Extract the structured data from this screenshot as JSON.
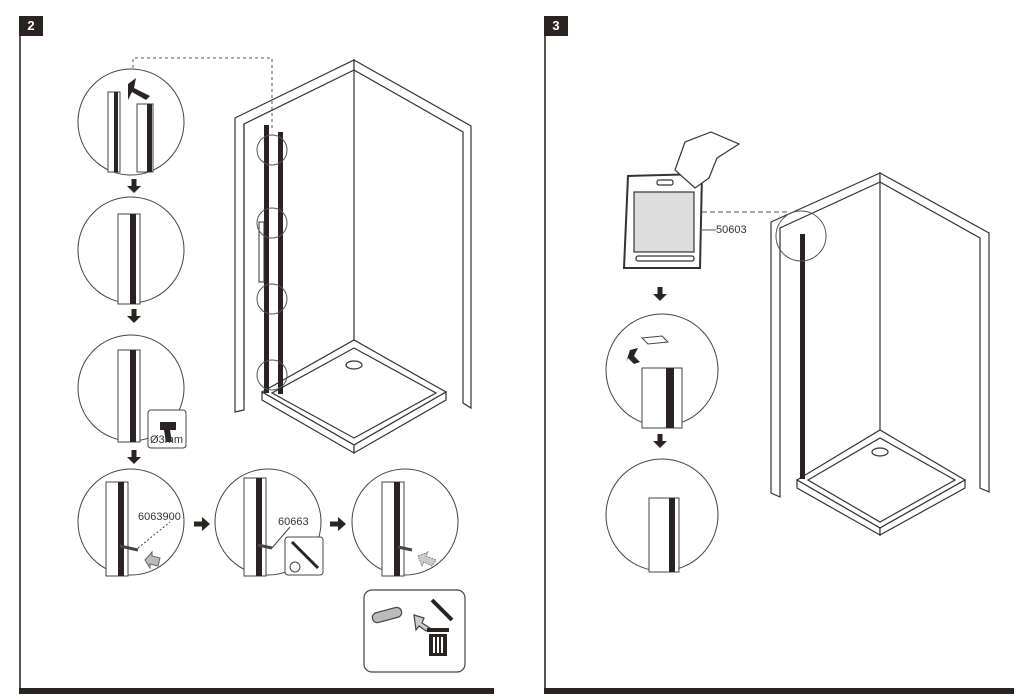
{
  "steps": [
    {
      "number": "2",
      "part_labels": [
        "6063900",
        "60663"
      ],
      "drill_label": "Ø3mm",
      "icons": [
        "drill-icon",
        "screwdriver-icon",
        "trash-icon"
      ]
    },
    {
      "number": "3",
      "part_labels": [
        "50603"
      ],
      "icons": [
        "hand-icon",
        "protective-film-icon"
      ]
    }
  ]
}
